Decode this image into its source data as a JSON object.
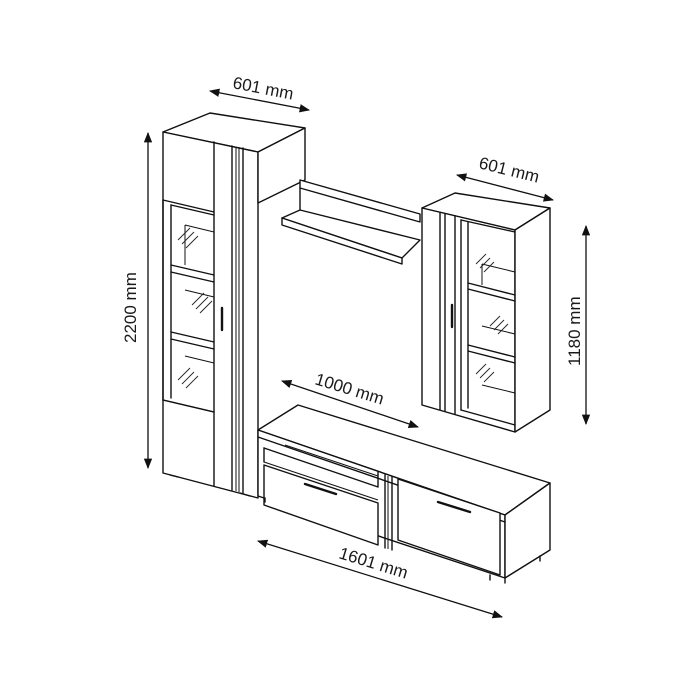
{
  "diagram": {
    "dimensions": {
      "tall_cabinet_depth": "601 mm",
      "wall_cabinet_depth": "601 mm",
      "tall_cabinet_height": "2200 mm",
      "wall_cabinet_height": "1180 mm",
      "tv_unit_depth": "1000 mm",
      "tv_unit_width": "1601 mm"
    }
  }
}
